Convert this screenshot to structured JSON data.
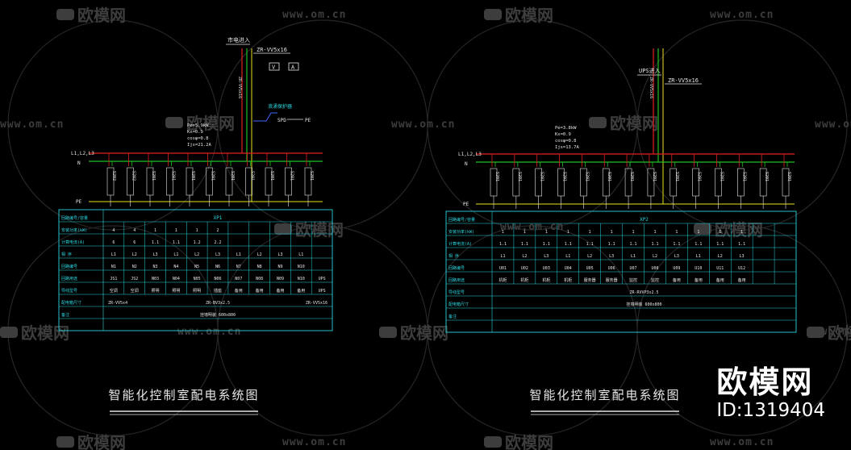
{
  "watermark": {
    "site": "www.om.cn",
    "brand": "欧模网"
  },
  "brand_badge": {
    "name": "欧模网",
    "id": "ID:1319404"
  },
  "colors": {
    "bus_red": "#e02020",
    "bus_green": "#20c020",
    "pe_yellow": "#e8e020",
    "table_cyan": "#29d6e0",
    "breaker_white": "#e6e6e6"
  },
  "diagram_left": {
    "incoming_label": "市电进入",
    "cable_label": "ZR-VV5x16",
    "meter_labels": [
      "V",
      "A"
    ],
    "spd_label": "浪涌保护器",
    "spd_code": "SPD",
    "pe_tag": "PE",
    "load_lines": [
      "Pe=5.9kW",
      "Kx=0.9",
      "cosφ=0.8",
      "Ijs=21.2A"
    ],
    "bus_phase_label": "L1,L2,L3",
    "bus_n_label": "N",
    "bus_pe_label": "PE",
    "breaker_count": 11,
    "feeders": [
      {
        "breaker": "S202",
        "cols": [
          "4",
          "6",
          "L1",
          "N1",
          "JS1",
          "空调"
        ]
      },
      {
        "breaker": "S202",
        "cols": [
          "4",
          "6",
          "L2",
          "N2",
          "JS2",
          "空调"
        ]
      },
      {
        "breaker": "S201",
        "cols": [
          "1",
          "1.1",
          "L3",
          "N3",
          "N03",
          "照明"
        ]
      },
      {
        "breaker": "S201",
        "cols": [
          "1",
          "1.1",
          "L1",
          "N4",
          "N04",
          "照明"
        ]
      },
      {
        "breaker": "S201",
        "cols": [
          "1",
          "1.2",
          "L2",
          "N5",
          "N05",
          "照明"
        ]
      },
      {
        "breaker": "S201",
        "cols": [
          "2",
          "2.2",
          "L3",
          "N6",
          "N06",
          "插座"
        ]
      },
      {
        "breaker": "S201",
        "cols": [
          "",
          "",
          "L1",
          "N7",
          "N07",
          "备用"
        ]
      },
      {
        "breaker": "S201",
        "cols": [
          "",
          "",
          "L2",
          "N8",
          "N08",
          "备用"
        ]
      },
      {
        "breaker": "S201",
        "cols": [
          "",
          "",
          "L3",
          "N9",
          "N09",
          "备用"
        ]
      },
      {
        "breaker": "S201",
        "cols": [
          "",
          "",
          "L1",
          "N10",
          "N10",
          "备用"
        ]
      },
      {
        "breaker": "S201",
        "cols": [
          "",
          "",
          "",
          "",
          "UPS",
          "UPS"
        ]
      }
    ],
    "table": {
      "header_code": "XP1",
      "row_labels": [
        "回路编号/容量",
        "安装功率(kW)",
        "计算电流(A)",
        "相 序",
        "回路编号",
        "回路用途",
        "导线型号",
        "配电箱尺寸",
        "备注"
      ],
      "cable_left": "ZR-VV5x4",
      "cable_center": "ZR-BV3x2.5",
      "cable_right": "ZR-VV5x16",
      "box_size": "挂墙明装 600x800"
    },
    "title": "智能化控制室配电系统图"
  },
  "diagram_right": {
    "incoming_label": "UPS进入",
    "cable_label": "ZR-VV5x16",
    "load_lines": [
      "Pe=3.8kW",
      "Kx=0.9",
      "cosφ=0.8",
      "Ijs=13.7A"
    ],
    "bus_phase_label": "L1,L2,L3",
    "bus_n_label": "N",
    "bus_pe_label": "PE",
    "breaker_count": 14,
    "feeders": [
      {
        "breaker": "S201",
        "cols": [
          "1",
          "1.1",
          "L1",
          "U01",
          "机柜"
        ]
      },
      {
        "breaker": "S201",
        "cols": [
          "1",
          "1.1",
          "L2",
          "U02",
          "机柜"
        ]
      },
      {
        "breaker": "S201",
        "cols": [
          "1",
          "1.1",
          "L3",
          "U03",
          "机柜"
        ]
      },
      {
        "breaker": "S201",
        "cols": [
          "1",
          "1.1",
          "L1",
          "U04",
          "机柜"
        ]
      },
      {
        "breaker": "S201",
        "cols": [
          "1",
          "1.1",
          "L2",
          "U05",
          "服务器"
        ]
      },
      {
        "breaker": "S201",
        "cols": [
          "1",
          "1.1",
          "L3",
          "U06",
          "服务器"
        ]
      },
      {
        "breaker": "S201",
        "cols": [
          "1",
          "1.1",
          "L1",
          "U07",
          "监控"
        ]
      },
      {
        "breaker": "S201",
        "cols": [
          "1",
          "1.1",
          "L2",
          "U08",
          "监控"
        ]
      },
      {
        "breaker": "S201",
        "cols": [
          "1",
          "1.1",
          "L3",
          "U09",
          "备用"
        ]
      },
      {
        "breaker": "S201",
        "cols": [
          "1",
          "1.1",
          "L1",
          "U10",
          "备用"
        ]
      },
      {
        "breaker": "S201",
        "cols": [
          "1",
          "1.1",
          "L2",
          "U11",
          "备用"
        ]
      },
      {
        "breaker": "S201",
        "cols": [
          "1",
          "1.1",
          "L3",
          "U12",
          "备用"
        ]
      },
      {
        "breaker": "S201",
        "cols": [
          "",
          "",
          "",
          "",
          ""
        ]
      },
      {
        "breaker": "S201",
        "cols": [
          "",
          "",
          "",
          "",
          ""
        ]
      }
    ],
    "table": {
      "header_code": "XP2",
      "row_labels": [
        "回路编号/容量",
        "安装功率(kW)",
        "计算电流(A)",
        "相 序",
        "回路编号",
        "回路用途",
        "导线型号",
        "配电箱尺寸",
        "备注"
      ],
      "cable_center": "ZR-RVVP3x2.5",
      "box_size": "挂墙明装 600x800"
    },
    "title": "智能化控制室配电系统图"
  }
}
